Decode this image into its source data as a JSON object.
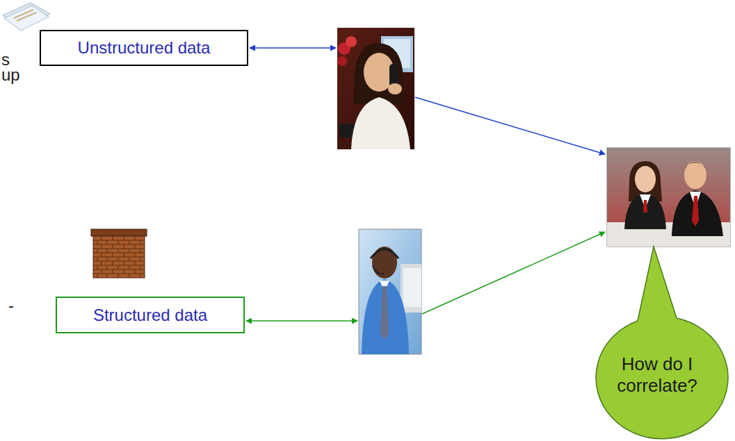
{
  "diagram": {
    "nodes": [
      {
        "text": [
          "Unstructured data"
        ]
      },
      {
        "text": [
          "Structured data"
        ]
      },
      {
        "text": [
          "How do I correlate?"
        ]
      }
    ],
    "labels": [
      "s",
      "up",
      "-"
    ]
  }
}
